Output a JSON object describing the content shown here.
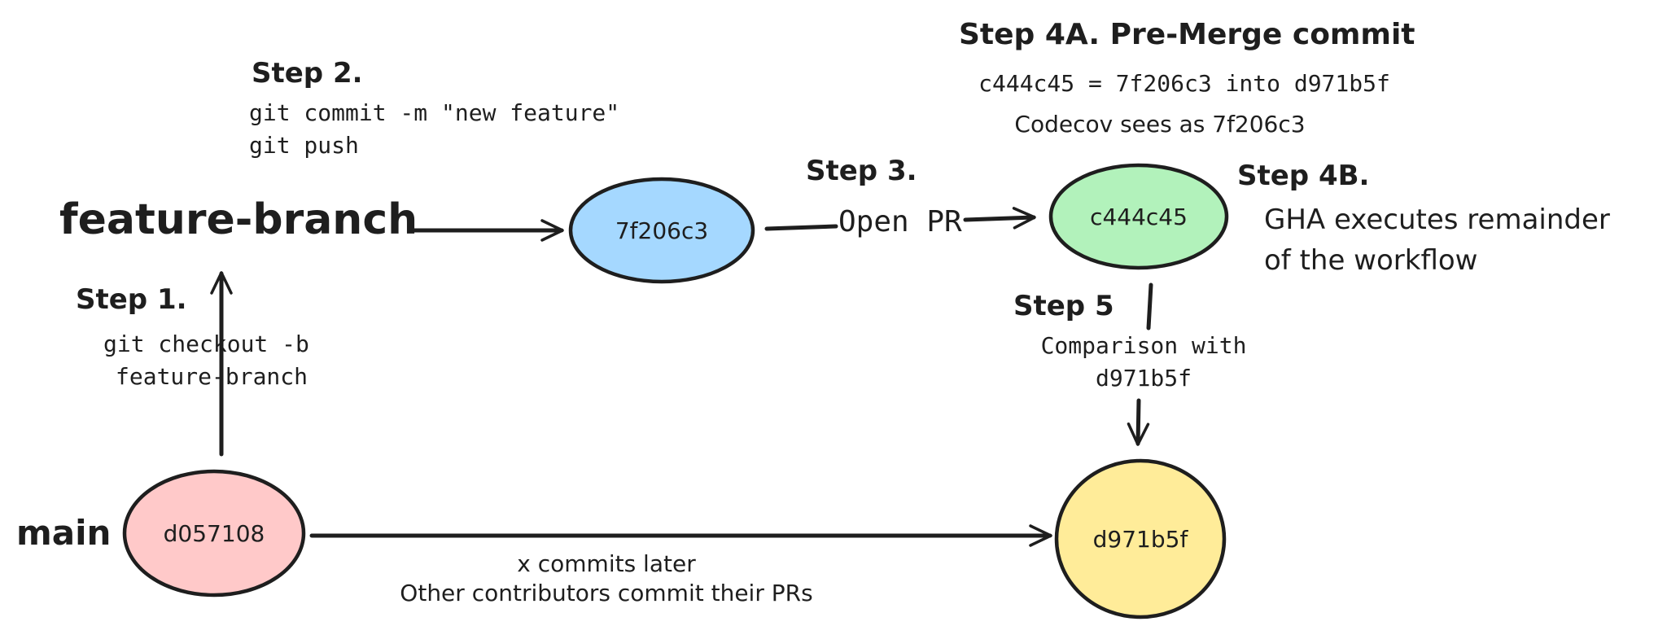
{
  "colors": {
    "ink": "#1e1e1e",
    "node_main": "#ffc9c9",
    "node_feature": "#a5d8ff",
    "node_merge": "#b2f2bb",
    "node_latest": "#ffec99"
  },
  "labels": {
    "main": "main",
    "feature_branch": "feature-branch"
  },
  "nodes": {
    "d057108": "d057108",
    "f206c3": "7f206c3",
    "c444c45": "c444c45",
    "d971b5f": "d971b5f"
  },
  "steps": {
    "step1": {
      "title": "Step 1.",
      "lines": [
        "git checkout -b",
        "feature-branch"
      ]
    },
    "step2": {
      "title": "Step 2.",
      "lines": [
        "git commit -m \"new feature\"",
        "git push"
      ]
    },
    "step3": {
      "title": "Step 3.",
      "edge_label": "Open PR"
    },
    "step4a": {
      "title": "Step 4A. Pre-Merge commit",
      "line1": "c444c45 = 7f206c3 into d971b5f",
      "line2": "Codecov sees as 7f206c3"
    },
    "step4b": {
      "title": "Step 4B.",
      "lines": [
        "GHA executes remainder",
        "of the workflow"
      ]
    },
    "step5": {
      "title": "Step 5",
      "lines": [
        "Comparison with",
        "d971b5f"
      ]
    }
  },
  "main_edge": {
    "line1": "x commits later",
    "line2": "Other contributors commit their PRs"
  }
}
